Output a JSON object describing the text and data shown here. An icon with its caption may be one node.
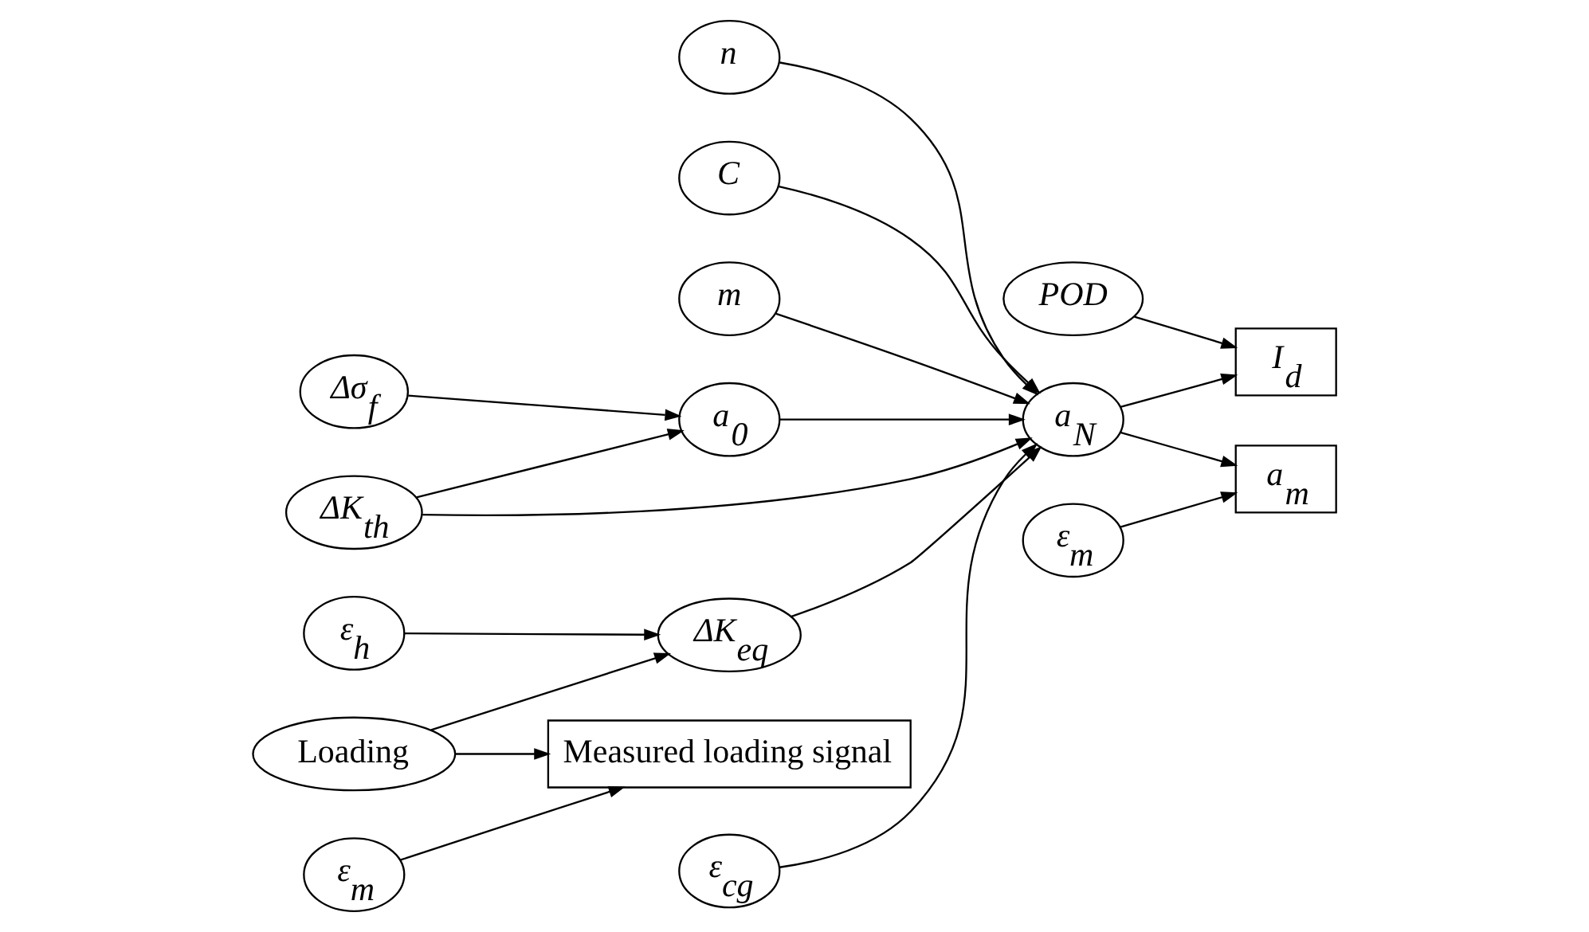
{
  "diagram": {
    "nodes": [
      {
        "text": [
          "n"
        ]
      },
      {
        "text": [
          "C"
        ]
      },
      {
        "text": [
          "m"
        ]
      },
      {
        "text": [
          "POD"
        ]
      },
      {
        "text": [
          "I$_{d}$"
        ]
      },
      {
        "text": [
          "ΔK$_{th}$"
        ]
      },
      {
        "text": [
          "Δσ$_{f}$"
        ]
      },
      {
        "text": [
          "a$_{0}$"
        ]
      },
      {
        "text": [
          "a$_{N}$"
        ]
      },
      {
        "text": [
          "a$_{m}$"
        ]
      },
      {
        "text": [
          "Loading"
        ]
      },
      {
        "text": [
          "ε$_{m}$"
        ]
      },
      {
        "text": [
          "ΔK$_{eq}$"
        ]
      },
      {
        "text": [
          "ε$_{cg}$"
        ]
      },
      {
        "text": [
          "ε$_{m}$"
        ]
      },
      {
        "text": [
          "Measured loading signal"
        ]
      },
      {
        "text": [
          "ε$_{h}$"
        ]
      }
    ],
    "edges": [
      {
        "from": 0,
        "to": 8,
        "arrow": "to"
      },
      {
        "from": 1,
        "to": 8,
        "arrow": "to"
      },
      {
        "from": 2,
        "to": 8,
        "arrow": "to"
      },
      {
        "from": 5,
        "to": 8,
        "arrow": "to"
      },
      {
        "from": 5,
        "to": 7,
        "arrow": "to"
      },
      {
        "from": 6,
        "to": 7,
        "arrow": "to"
      },
      {
        "from": 7,
        "to": 8,
        "arrow": "to"
      },
      {
        "from": 3,
        "to": 4,
        "arrow": "to"
      },
      {
        "from": 8,
        "to": 4,
        "arrow": "to"
      },
      {
        "from": 8,
        "to": 9,
        "arrow": "to"
      },
      {
        "from": 12,
        "to": 8,
        "arrow": "to"
      },
      {
        "from": 13,
        "to": 8,
        "arrow": "to"
      },
      {
        "from": 14,
        "to": 9,
        "arrow": "to"
      },
      {
        "from": 10,
        "to": 12,
        "arrow": "to"
      },
      {
        "from": 10,
        "to": 15,
        "arrow": "to"
      },
      {
        "from": 11,
        "to": 15,
        "arrow": "to"
      },
      {
        "from": 16,
        "to": 12,
        "arrow": "to"
      }
    ]
  }
}
